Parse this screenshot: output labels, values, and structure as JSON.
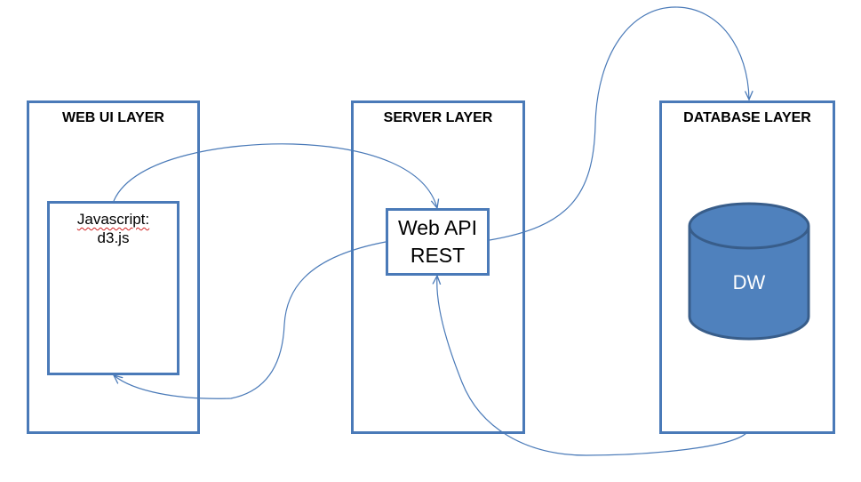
{
  "layers": {
    "web_ui": {
      "title": "WEB UI LAYER"
    },
    "server": {
      "title": "SERVER LAYER"
    },
    "database": {
      "title": "DATABASE LAYER"
    }
  },
  "components": {
    "javascript_box": {
      "line1": "Javascript:",
      "line2": "d3.js"
    },
    "web_api_box": {
      "line1": "Web API",
      "line2": "REST"
    },
    "database_cylinder": {
      "label": "DW",
      "fill_color": "#4f81bd",
      "stroke_color": "#385d8a"
    }
  },
  "colors": {
    "border": "#4a7ab8",
    "connector": "#4a7ab8"
  }
}
